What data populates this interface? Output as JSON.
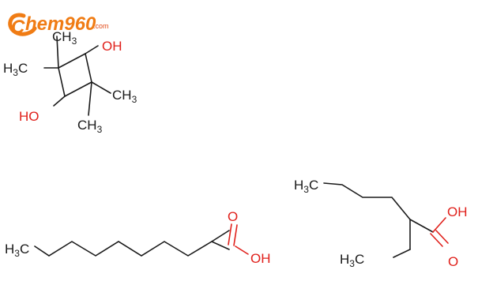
{
  "logo": {
    "brand_letter": "C",
    "brand_rest": "hem960",
    "brand_suffix": ".com",
    "brand_color": "#f07c14",
    "accent_color": "#e24a18"
  },
  "molecule1": {
    "oh_top": "OH",
    "oh_left": "HO",
    "ch3_top": "CH",
    "ch3_top_sub": "3",
    "h3c_left": "H",
    "h3c_left_sub": "3",
    "h3c_left_c": "C",
    "ch3_right": "CH",
    "ch3_right_sub": "3",
    "ch3_bottom": "CH",
    "ch3_bottom_sub": "3"
  },
  "molecule2": {
    "h3c": "H",
    "h3c_sub": "3",
    "h3c_c": "C",
    "o": "O",
    "oh": "OH"
  },
  "molecule3": {
    "h3c_top": "H",
    "h3c_top_sub": "3",
    "h3c_top_c": "C",
    "h3c_bottom": "H",
    "h3c_bottom_sub": "3",
    "h3c_bottom_c": "C",
    "oh": "OH",
    "o": "O"
  },
  "colors": {
    "atom_carbon": "#1a1a1a",
    "atom_oxygen": "#e0201b"
  }
}
